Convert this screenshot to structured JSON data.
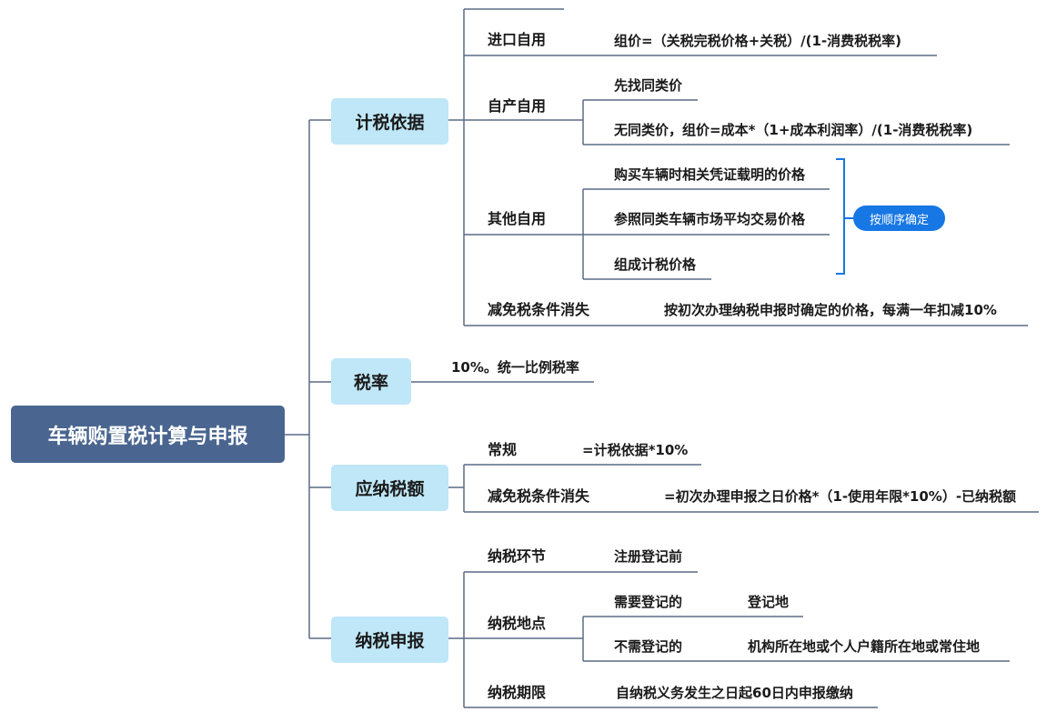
{
  "root": "车辆购置税计算与申报",
  "nodes": {
    "basis": "计税依据",
    "rate": "税率",
    "payable": "应纳税额",
    "declare": "纳税申报"
  },
  "basis": {
    "import_label": "进口自用",
    "import_formula": "组价=（关税完税价格+关税）/(1-消费税税率)",
    "self_label": "自产自用",
    "self_first": "先找同类价",
    "self_none": "无同类价，组价=成本*（1+成本利润率）/(1-消费税税率)",
    "other_label": "其他自用",
    "other_1": "购买车辆时相关凭证载明的价格",
    "other_2": "参照同类车辆市场平均交易价格",
    "other_3": "组成计税价格",
    "order_badge": "按顺序确定",
    "exempt_label": "减免税条件消失",
    "exempt_value": "按初次办理纳税申报时确定的价格，每满一年扣减10%"
  },
  "rate": {
    "value": "10%。统一比例税率"
  },
  "payable": {
    "normal_label": "常规",
    "normal_value": "=计税依据*10%",
    "exempt_label": "减免税条件消失",
    "exempt_value": "=初次办理申报之日价格*（1-使用年限*10%）-已纳税额"
  },
  "declare": {
    "stage_label": "纳税环节",
    "stage_value": "注册登记前",
    "place_label": "纳税地点",
    "need_reg": "需要登记的",
    "need_reg_place": "登记地",
    "no_reg": "不需登记的",
    "no_reg_place": "机构所在地或个人户籍所在地或常住地",
    "period_label": "纳税期限",
    "period_value": "自纳税义务发生之日起60日内申报缴纳"
  },
  "colors": {
    "root_bg": "#4a6690",
    "node_bg": "#bfe7f7",
    "line": "#5a6c85",
    "badge": "#1677e5"
  }
}
